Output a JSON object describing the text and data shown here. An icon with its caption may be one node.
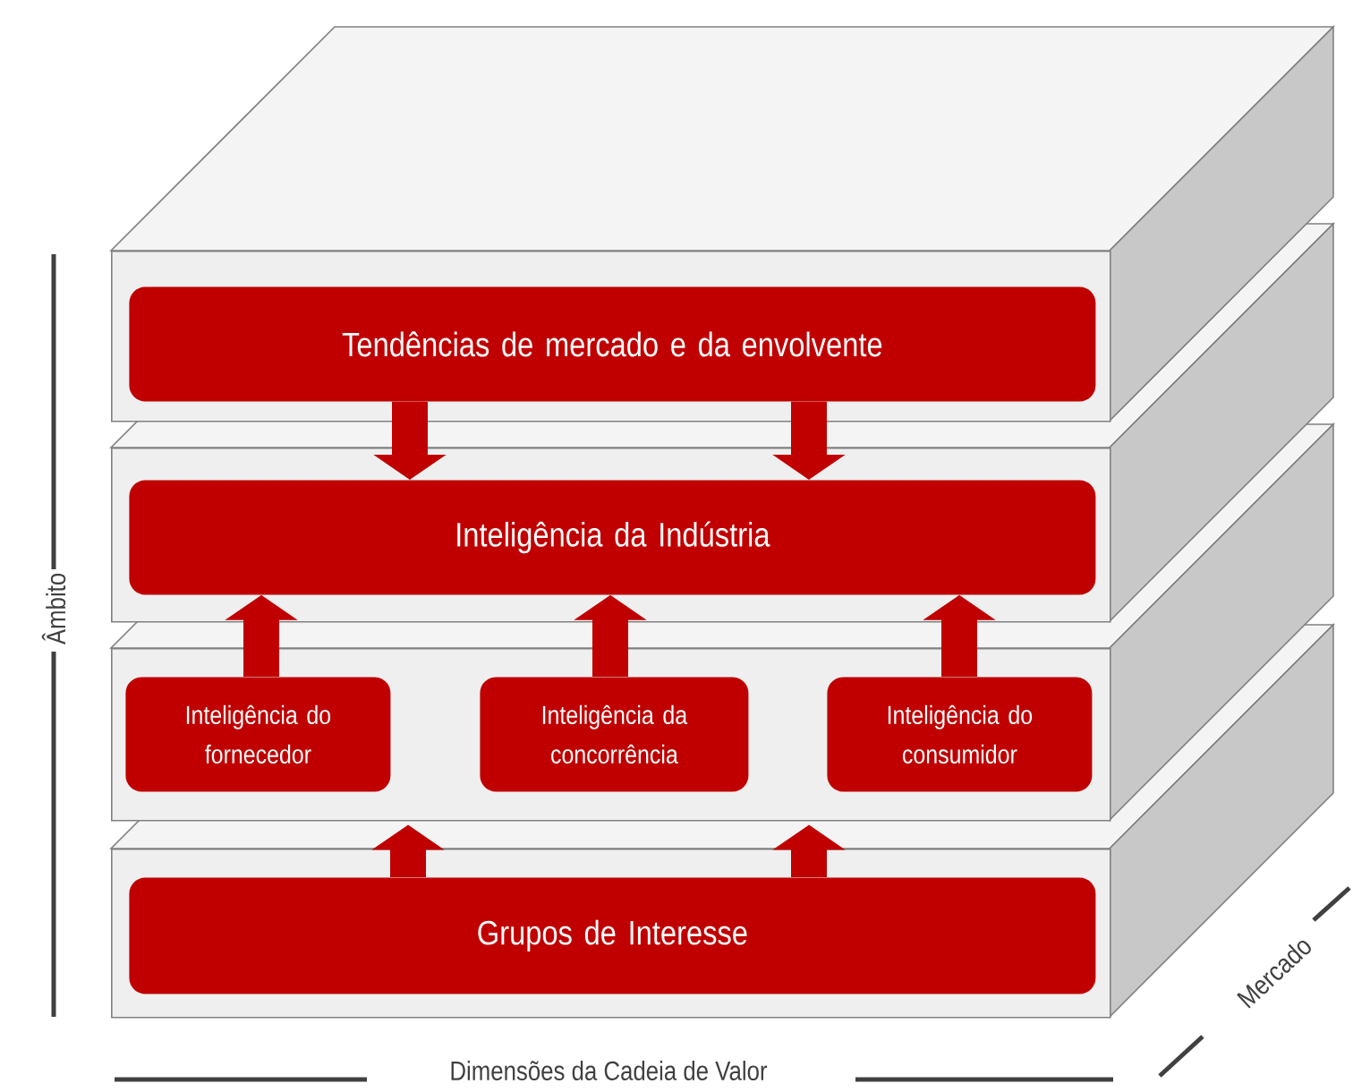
{
  "diagram": {
    "nodes": [
      {
        "text": [],
        "shape": "box"
      },
      {
        "text": [
          "Tendências de mercado e da envolvente"
        ],
        "in": 0
      },
      {
        "text": [],
        "shape": "box"
      },
      {
        "text": [
          "Inteligência da Indústria"
        ],
        "in": 2
      },
      {
        "text": [],
        "shape": "box"
      },
      {
        "text": [
          "Inteligência do fornecedor"
        ],
        "in": 4
      },
      {
        "text": [
          "Inteligência da concorrência"
        ],
        "in": 4
      },
      {
        "text": [
          "Inteligência do consumidor"
        ],
        "in": 4
      },
      {
        "text": [],
        "shape": "box"
      },
      {
        "text": [
          "Grupos de Interesse"
        ],
        "in": 8
      }
    ],
    "edges": [
      {
        "from": 1,
        "to": 3,
        "arrow": "to"
      },
      {
        "from": 1,
        "to": 3,
        "arrow": "to"
      },
      {
        "from": 5,
        "to": 3,
        "arrow": "to"
      },
      {
        "from": 6,
        "to": 3,
        "arrow": "to"
      },
      {
        "from": 7,
        "to": 3,
        "arrow": "to"
      },
      {
        "from": 9,
        "to": 4,
        "arrow": "to"
      },
      {
        "from": 9,
        "to": 4,
        "arrow": "to"
      }
    ],
    "labels": [
      "Âmbito",
      "Dimensões da Cadeia de Valor",
      "Mercado"
    ]
  }
}
